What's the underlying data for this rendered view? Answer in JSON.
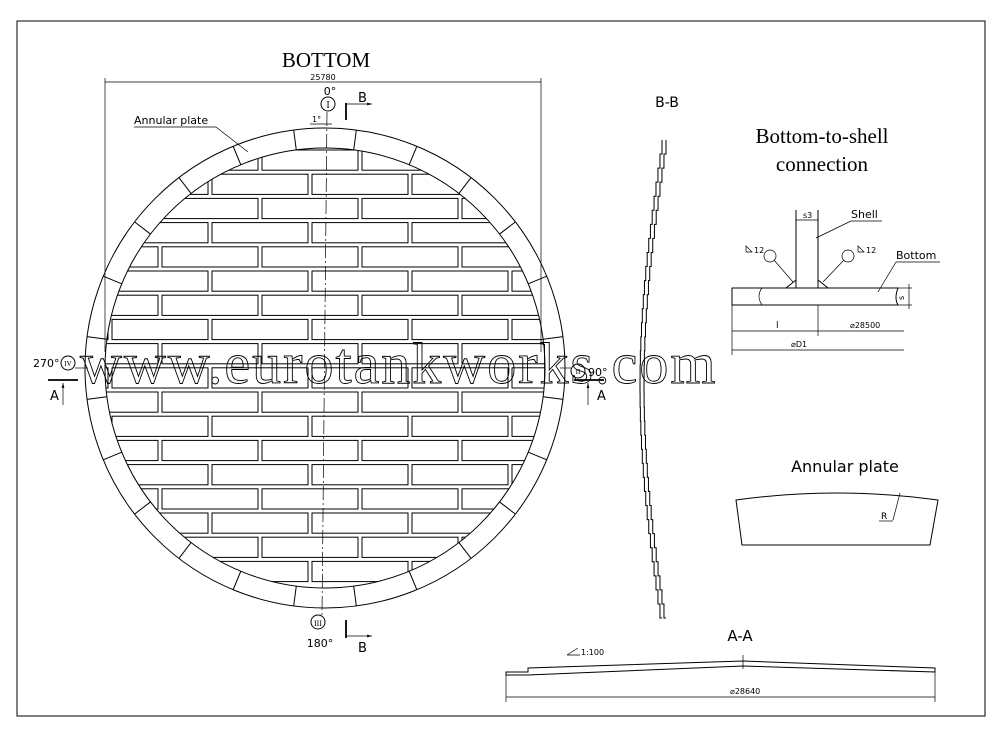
{
  "bottom_view": {
    "title": "BOTTOM",
    "diameter_dim": "25780",
    "annular_label": "Annular plate",
    "angle_0": "0°",
    "roman_top": "I",
    "one_deg": "1°",
    "angle_270": "270°",
    "roman_left": "IV",
    "angle_90": "90°",
    "roman_right": "II",
    "angle_180": "180°",
    "roman_bottom": "III",
    "section_b_top": "B",
    "section_b_bottom": "B",
    "section_a_left": "A",
    "section_a_right": "A"
  },
  "bb_view": {
    "title": "B-B"
  },
  "connection_view": {
    "title_line1": "Bottom-to-shell",
    "title_line2": "connection",
    "shell_label": "Shell",
    "bottom_label": "Bottom",
    "s3": "s3",
    "weld_left": "12",
    "weld_right": "12",
    "s_label": "s",
    "l_label": "l",
    "d28500": "⌀28500",
    "d1": "⌀D1"
  },
  "annular_view": {
    "title": "Annular plate",
    "r_label": "R"
  },
  "aa_view": {
    "title": "A-A",
    "slope": "1:100",
    "diameter": "⌀28640"
  },
  "watermark": "www.eurotankworks.com"
}
